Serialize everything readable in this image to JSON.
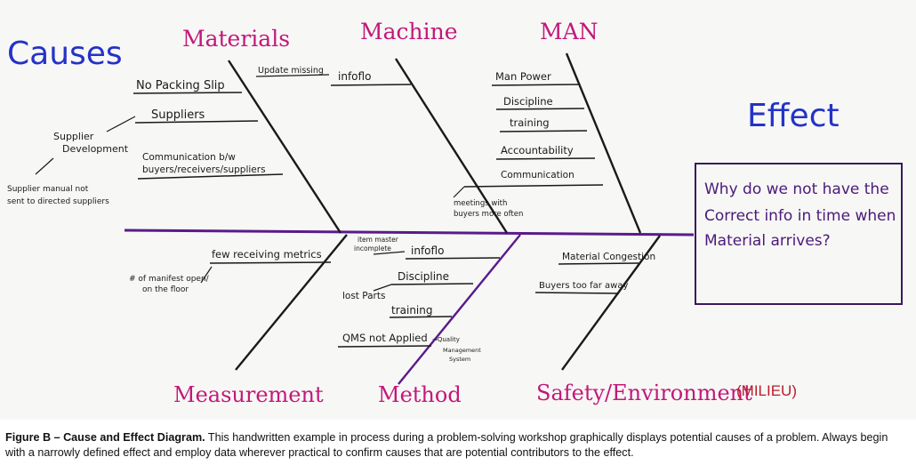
{
  "heading_causes": "Causes",
  "heading_effect": "Effect",
  "categories": {
    "materials": "Materials",
    "machine": "Machine",
    "man": "MAN",
    "measurement": "Measurement",
    "method": "Method",
    "safety": "Safety/Environment",
    "milieu": "(MILIEU)"
  },
  "effect_lines": [
    "Why do we not have the",
    "Correct info in time when",
    "Material arrives?"
  ],
  "materials": {
    "no_packing_slip": "No Packing Slip",
    "suppliers": "Suppliers",
    "supplier_development": [
      "Supplier",
      "Development"
    ],
    "supplier_manual": [
      "Supplier manual not",
      "sent to directed suppliers"
    ],
    "communication": [
      "Communication b/w",
      "buyers/receivers/suppliers"
    ]
  },
  "machine": {
    "update_missing": "Update missing",
    "infoflo": "infoflo"
  },
  "man": {
    "man_power": "Man Power",
    "discipline": "Discipline",
    "training": "training",
    "accountability": "Accountability",
    "communication": "Communication",
    "meetings": [
      "meetings with",
      "buyers more often"
    ]
  },
  "measurement": {
    "few_receiving_metrics": "few receiving metrics",
    "manifest": [
      "# of manifest open/",
      "on the floor"
    ]
  },
  "method": {
    "item_master": [
      "item master",
      "incomplete"
    ],
    "infoflo": "infoflo",
    "discipline": "Discipline",
    "lost_parts": "lost Parts",
    "training": "training",
    "qms": "QMS not Applied",
    "qms_arrow": "→Quality",
    "qms_note": [
      "Management",
      "System"
    ]
  },
  "safety": {
    "material_congestion": "Material Congestion",
    "buyers_too_far": "Buyers too far away"
  },
  "caption": {
    "label": "Figure B – Cause and Effect Diagram.",
    "text": " This handwritten example in process during a problem-solving workshop graphically displays potential causes of a problem. Always begin with a narrowly defined effect and employ data wherever practical to confirm causes that are potential contributors to the effect."
  },
  "colors": {
    "ink_black": "#1a1a1a",
    "ink_purple": "#5a1a8c",
    "ink_pink": "#c2187a",
    "ink_blue": "#2432c8",
    "ink_red": "#b81d2a"
  }
}
